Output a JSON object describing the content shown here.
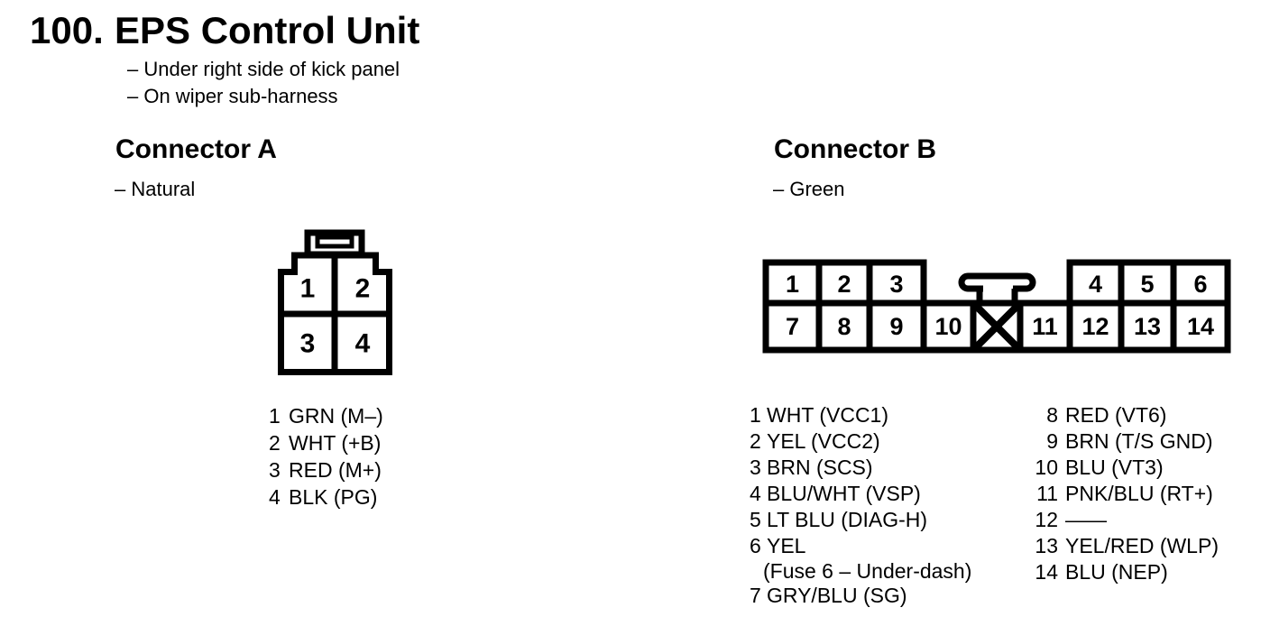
{
  "page": {
    "section_number": "100.",
    "title": "EPS Control Unit",
    "location_notes": [
      "– Under right side of kick panel",
      "– On wiper sub-harness"
    ]
  },
  "connector_a": {
    "heading": "Connector A",
    "color_note": "– Natural",
    "cavities": [
      "1",
      "2",
      "3",
      "4"
    ],
    "icons": {
      "latch": "latch-tab-icon"
    },
    "pins": [
      {
        "num": "1",
        "label": "GRN (M–)"
      },
      {
        "num": "2",
        "label": "WHT (+B)"
      },
      {
        "num": "3",
        "label": "RED (M+)"
      },
      {
        "num": "4",
        "label": "BLK (PG)"
      }
    ]
  },
  "connector_b": {
    "heading": "Connector B",
    "color_note": "– Green",
    "cavities_top_left": [
      "1",
      "2",
      "3"
    ],
    "cavities_top_right": [
      "4",
      "5",
      "6"
    ],
    "cavities_bottom_left": [
      "7",
      "8",
      "9",
      "10"
    ],
    "cavities_bottom_right": [
      "11",
      "12",
      "13",
      "14"
    ],
    "icons": {
      "latch": "t-latch-tab-icon",
      "blocked_cavity": "x-crossed-cavity-icon"
    },
    "pins_left": [
      {
        "num": "1",
        "label": "WHT (VCC1)"
      },
      {
        "num": "2",
        "label": "YEL (VCC2)"
      },
      {
        "num": "3",
        "label": "BRN (SCS)"
      },
      {
        "num": "4",
        "label": "BLU/WHT (VSP)"
      },
      {
        "num": "5",
        "label": "LT BLU (DIAG-H)"
      },
      {
        "num": "6",
        "label": "YEL",
        "sub_label": "(Fuse 6 – Under-dash)"
      },
      {
        "num": "7",
        "label": "GRY/BLU (SG)"
      }
    ],
    "pins_right": [
      {
        "num": "8",
        "label": "RED (VT6)"
      },
      {
        "num": "9",
        "label": "BRN (T/S GND)"
      },
      {
        "num": "10",
        "label": "BLU (VT3)"
      },
      {
        "num": "11",
        "label": "PNK/BLU (RT+)"
      },
      {
        "num": "12",
        "label": "——"
      },
      {
        "num": "13",
        "label": "YEL/RED (WLP)"
      },
      {
        "num": "14",
        "label": "BLU (NEP)"
      }
    ]
  },
  "colors": {
    "ink": "#000000",
    "paper": "#ffffff"
  }
}
